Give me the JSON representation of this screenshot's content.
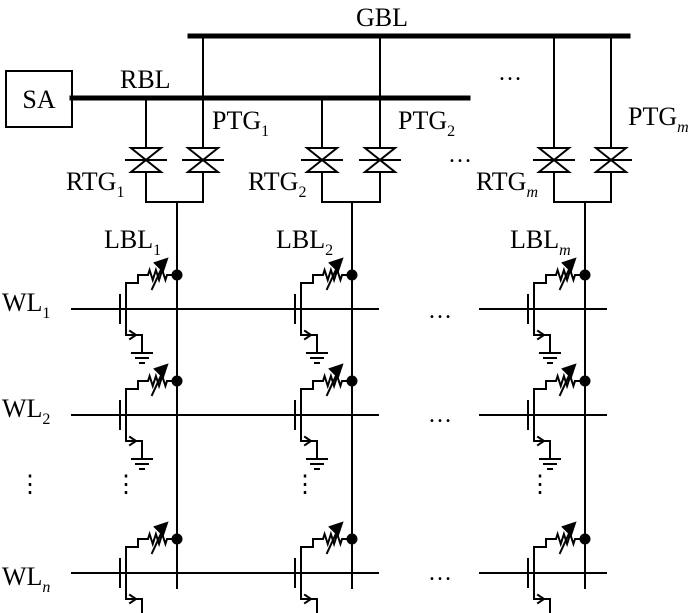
{
  "labels": {
    "gbl": "GBL",
    "rbl": "RBL",
    "sa": "SA",
    "ptg": {
      "main": "PTG",
      "subs": [
        "1",
        "2",
        "m"
      ]
    },
    "rtg": {
      "main": "RTG",
      "subs": [
        "1",
        "2",
        "m"
      ]
    },
    "lbl": {
      "main": "LBL",
      "subs": [
        "1",
        "2",
        "m"
      ]
    },
    "wl": {
      "main": "WL",
      "subs": [
        "1",
        "2",
        "n"
      ]
    }
  },
  "ellipsis": "…",
  "vertical_ellipsis": "⋮"
}
